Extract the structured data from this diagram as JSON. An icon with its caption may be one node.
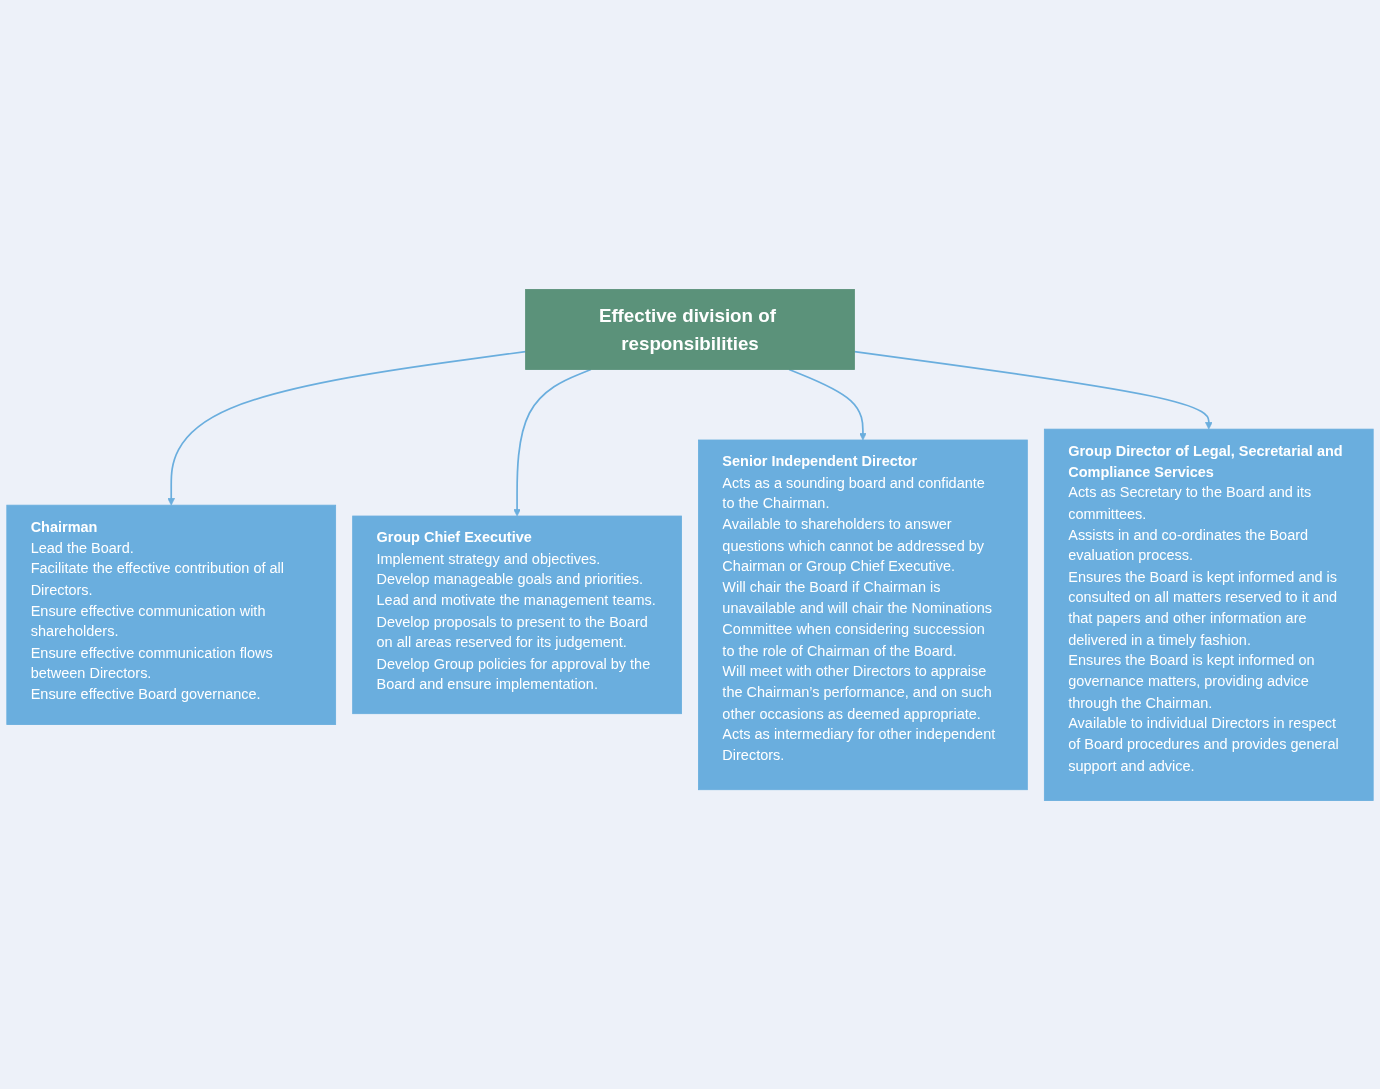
{
  "diagram": {
    "nodes": [
      {
        "text": [
          "Chairman",
          "Lead the Board.",
          "Facilitate the effective contribution of all Directors.",
          "Ensure effective communication with shareholders.",
          "Ensure effective communication flows between Directors.",
          "Ensure effective Board governance."
        ]
      },
      {
        "text": [
          "Group Chief Executive",
          "Implement strategy and objectives.",
          "Develop manageable goals and priorities.",
          "Lead and motivate the management teams.",
          "Develop proposals to present to the Board on all areas reserved for its judgement.",
          "Develop Group policies for approval by the Board and ensure implementation."
        ]
      },
      {
        "text": [
          "Effective division of responsibilities"
        ]
      },
      {
        "text": [
          "Senior Independent Director",
          "Acts as a sounding board and confidante to the Chairman.",
          "Available to shareholders to answer questions which cannot be addressed by Chairman or Group Chief Executive.",
          "Will chair the Board if Chairman is unavailable and will chair the Nominations Committee when considering succession to the role of Chairman of the Board.",
          "Will meet with other Directors to appraise the Chairman’s performance, and on such other occasions as deemed appropriate.",
          "Acts as intermediary for other independent Directors."
        ]
      },
      {
        "text": [
          "Group Director of Legal, Secretarial and Compliance Services",
          "Acts as Secretary to the Board and its committees.",
          "Assists in and co-ordinates the Board evaluation process.",
          "Ensures the Board is kept informed and is consulted on all matters reserved to it and that papers and other information are delivered in a timely fashion.",
          "Ensures the Board is kept informed on governance matters, providing advice through the Chairman.",
          "Available to individual Directors in respect of Board procedures and provides general support and advice."
        ]
      }
    ],
    "edges": [
      {
        "from": 2,
        "to": 0,
        "arrow": "to"
      },
      {
        "from": 2,
        "to": 1,
        "arrow": "to"
      },
      {
        "from": 2,
        "to": 3,
        "arrow": "to"
      },
      {
        "from": 2,
        "to": 4,
        "arrow": "to"
      }
    ]
  }
}
